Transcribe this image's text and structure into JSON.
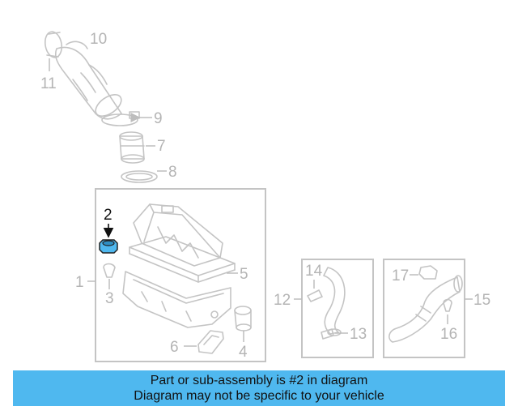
{
  "diagram": {
    "callouts": {
      "c1": "1",
      "c2": "2",
      "c3": "3",
      "c4": "4",
      "c5": "5",
      "c6": "6",
      "c7": "7",
      "c8": "8",
      "c9": "9",
      "c10": "10",
      "c11": "11",
      "c12": "12",
      "c13": "13",
      "c14": "14",
      "c15": "15",
      "c16": "16",
      "c17": "17"
    },
    "highlighted_part": "2",
    "colors": {
      "highlight": "#4fb8ef",
      "part_line": "#c4c4c4",
      "label": "#b4b4b4",
      "active": "#111111"
    }
  },
  "banner": {
    "line1": "Part or sub-assembly is #2 in diagram",
    "line2": "Diagram may not be specific to your vehicle"
  }
}
